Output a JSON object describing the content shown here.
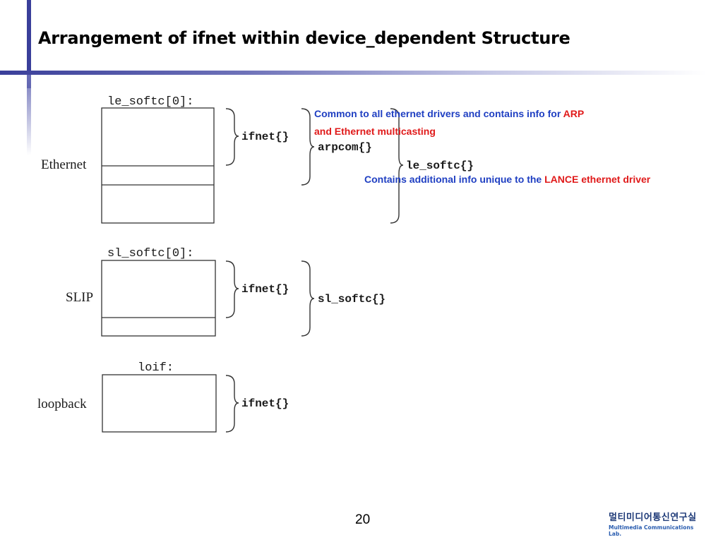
{
  "title": "Arrangement of ifnet within device_dependent Structure",
  "diagram": {
    "groups": [
      {
        "label": "Ethernet",
        "struct_name": "le_softc[0]:",
        "inner": "ifnet{}",
        "middle": "arpcom{}",
        "outer": "le_softc{}"
      },
      {
        "label": "SLIP",
        "struct_name": "sl_softc[0]:",
        "inner": "ifnet{}",
        "outer": "sl_softc{}"
      },
      {
        "label": "loopback",
        "struct_name": "loif:",
        "inner": "ifnet{}"
      }
    ]
  },
  "notes": {
    "common_prefix": "Common to all ethernet drivers and contains info for ",
    "common_highlight": "ARP",
    "common_line2": "and Ethernet multicasting",
    "additional_prefix": "Contains additional info unique to the ",
    "additional_highlight": "LANCE ethernet driver"
  },
  "page_number": "20",
  "logo": {
    "korean": "멀티미디어통신연구실",
    "english": "Multimedia Communications Lab."
  },
  "colors": {
    "accent_blue": "#1f3fc2",
    "highlight_red": "#e01a1a",
    "frame": "#3a3f9a"
  }
}
